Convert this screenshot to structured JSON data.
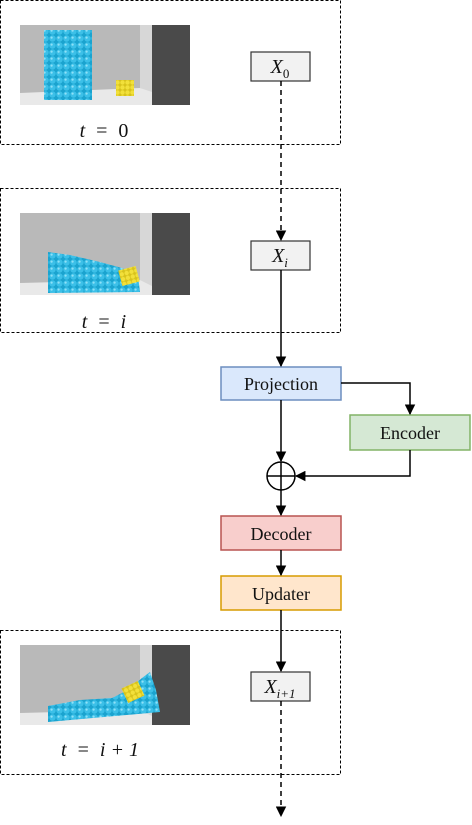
{
  "frames": [
    {
      "time_var": "t",
      "time_eq": "=",
      "time_value": "0"
    },
    {
      "time_var": "t",
      "time_eq": "=",
      "time_value": "i"
    },
    {
      "time_var": "t",
      "time_eq": "=",
      "time_value": "i + 1"
    }
  ],
  "states": [
    {
      "symbol": "X",
      "subscript": "0"
    },
    {
      "symbol": "X",
      "subscript": "i"
    },
    {
      "symbol": "X",
      "subscript": "i+1"
    }
  ],
  "modules": {
    "projection": {
      "label": "Projection",
      "fill": "#dae8fc",
      "stroke": "#6c8ebf"
    },
    "encoder": {
      "label": "Encoder",
      "fill": "#d5e8d4",
      "stroke": "#82b366"
    },
    "decoder": {
      "label": "Decoder",
      "fill": "#f8cecc",
      "stroke": "#b85450"
    },
    "updater": {
      "label": "Updater",
      "fill": "#ffe6cc",
      "stroke": "#d79b00"
    }
  },
  "colors": {
    "particle": "#3cc0e8",
    "solid": "#f2e03a",
    "state_box_fill": "#f2f2f2"
  }
}
